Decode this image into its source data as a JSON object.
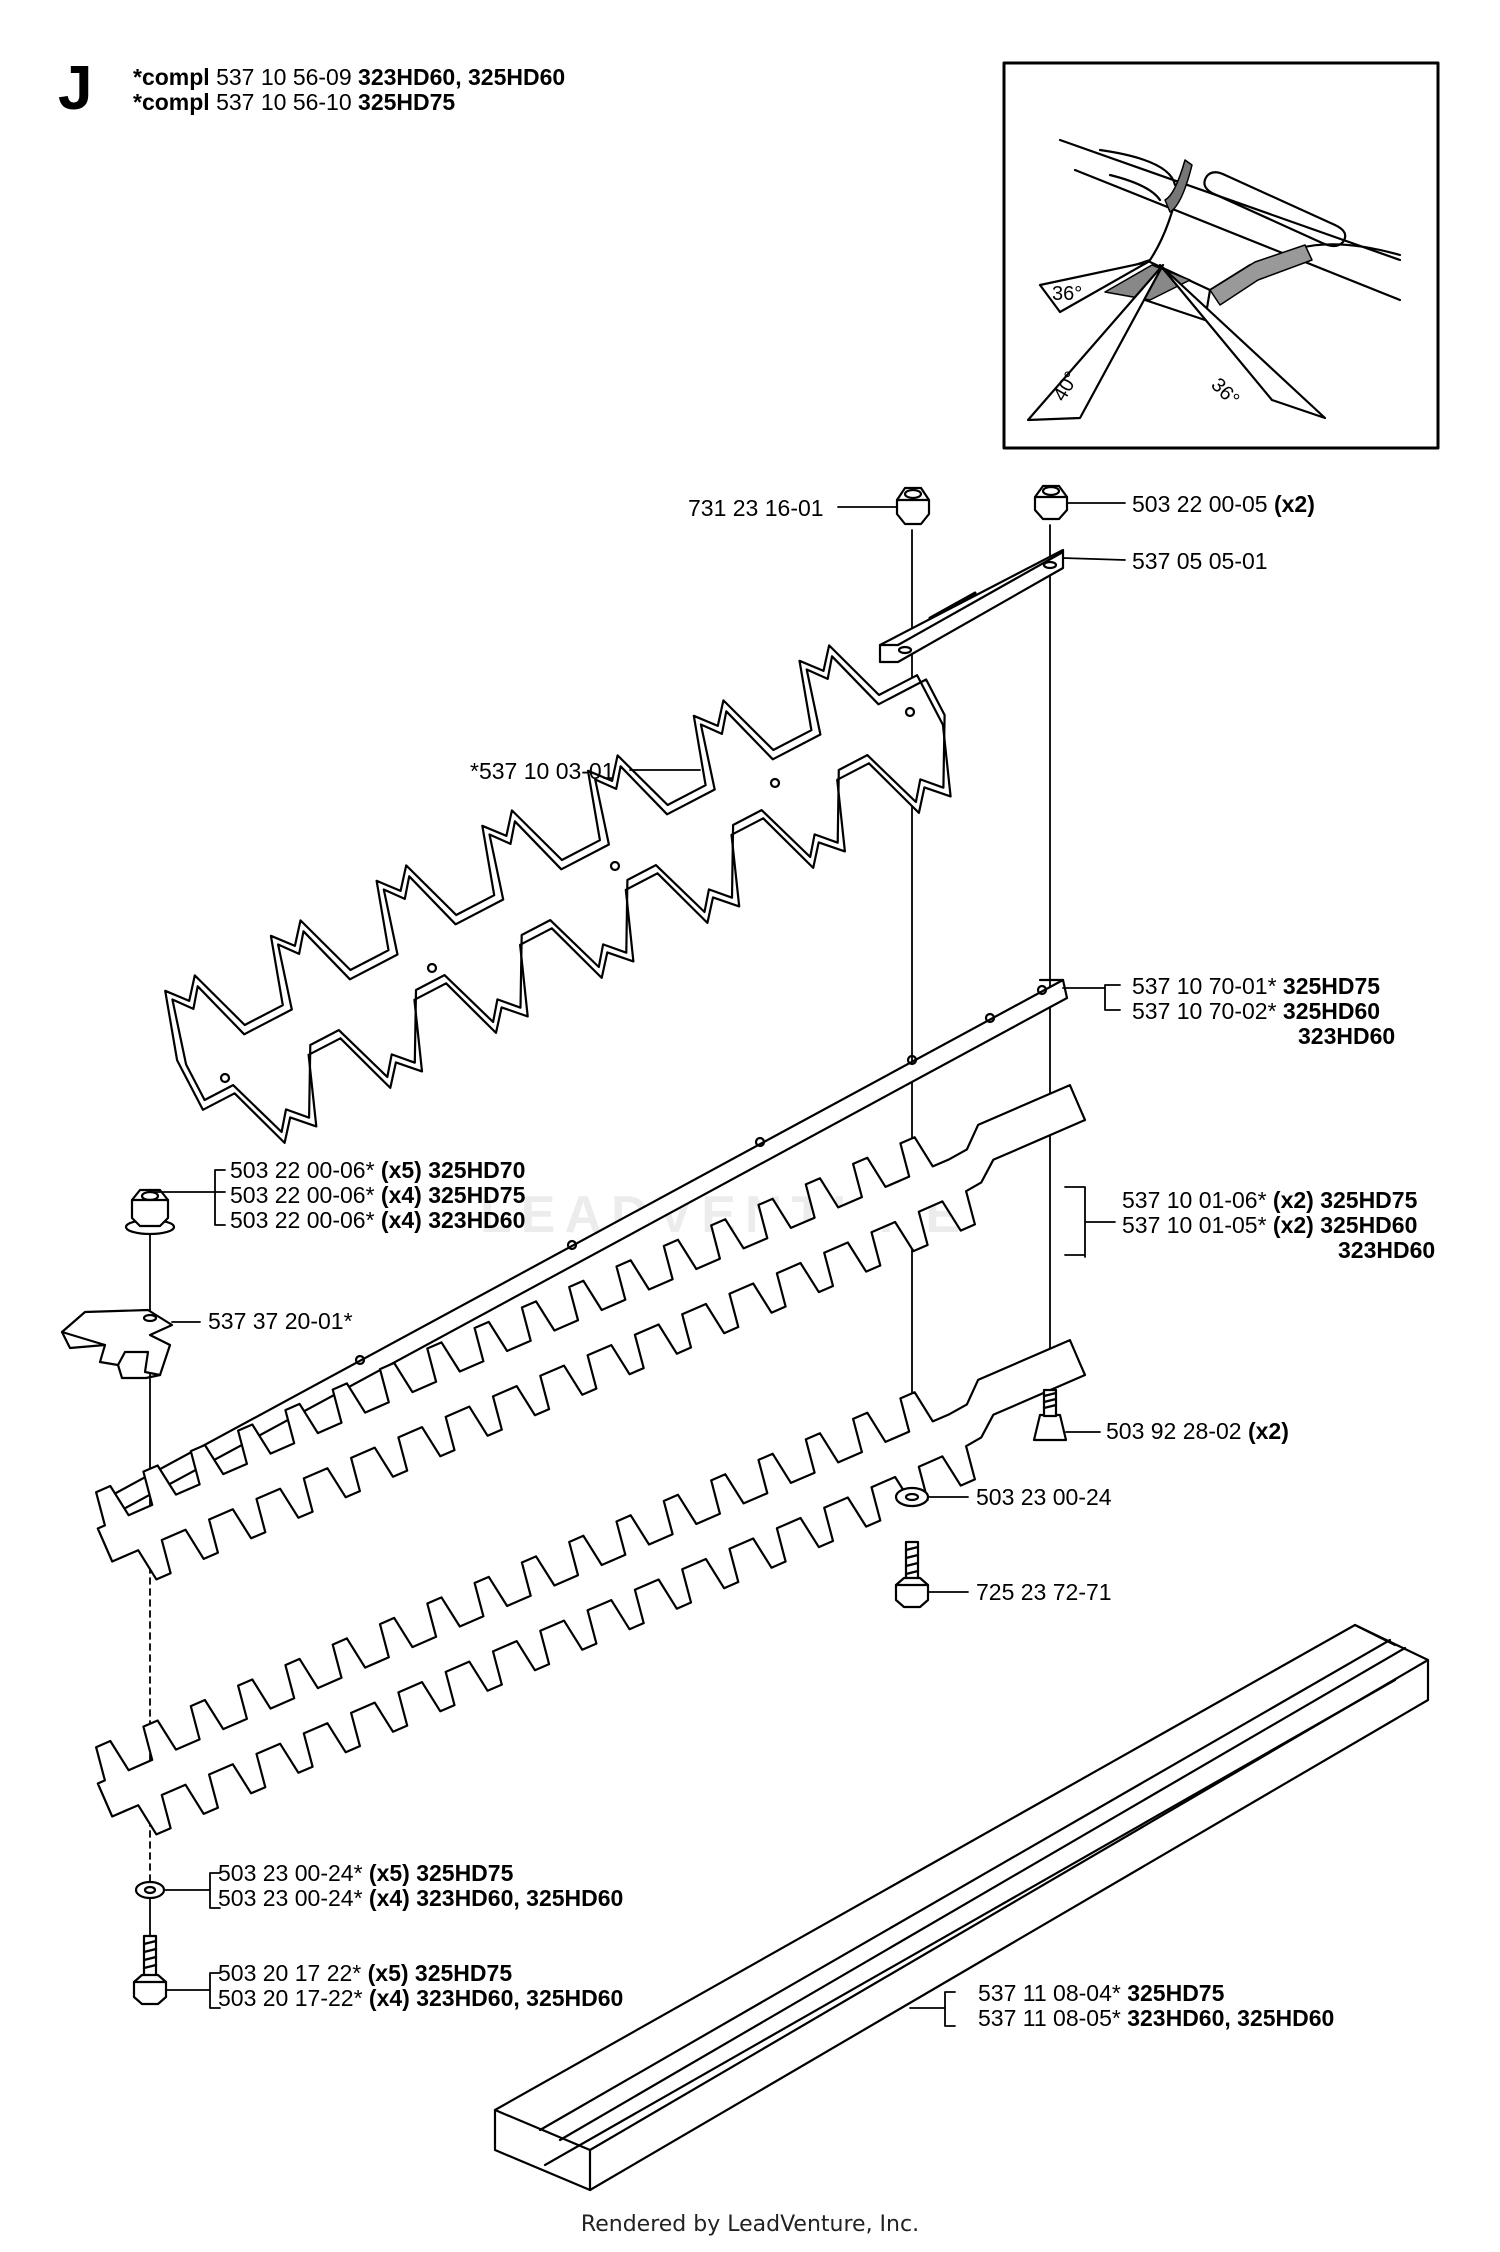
{
  "section": {
    "letter": "J",
    "assemblies": [
      {
        "prefix": "*compl",
        "part": "537 10 56-09",
        "models": "323HD60, 325HD60"
      },
      {
        "prefix": "*compl",
        "part": "537 10 56-10",
        "models": "325HD75"
      }
    ]
  },
  "inset": {
    "angles": [
      "36°",
      "40°",
      "36°"
    ]
  },
  "callouts": [
    {
      "id": "nut-top-left",
      "lines": [
        {
          "part": "731 23 16-01",
          "extra": ""
        }
      ]
    },
    {
      "id": "nut-top-right",
      "lines": [
        {
          "part": "503 22 00-05",
          "extra": "(x2)"
        }
      ]
    },
    {
      "id": "plate-top",
      "lines": [
        {
          "part": "537 05 05-01",
          "extra": ""
        }
      ]
    },
    {
      "id": "blade-guard",
      "lines": [
        {
          "part": "*537 10 03-01",
          "extra": ""
        }
      ]
    },
    {
      "id": "bar-plate",
      "lines": [
        {
          "part": "537 10 70-01*",
          "extra": "325HD75"
        },
        {
          "part": "537 10 70-02*",
          "extra": "325HD60"
        },
        {
          "part": "",
          "extra": "323HD60"
        }
      ]
    },
    {
      "id": "flange-nuts",
      "lines": [
        {
          "part": "503 22 00-06*",
          "extra": "(x5) 325HD70"
        },
        {
          "part": "503 22 00-06*",
          "extra": "(x4) 325HD75"
        },
        {
          "part": "503 22 00-06*",
          "extra": "(x4) 323HD60"
        }
      ]
    },
    {
      "id": "blades",
      "lines": [
        {
          "part": "537 10 01-06*",
          "extra": "(x2) 325HD75"
        },
        {
          "part": "537 10 01-05*",
          "extra": "(x2) 325HD60"
        },
        {
          "part": "",
          "extra": "323HD60"
        }
      ]
    },
    {
      "id": "guide",
      "lines": [
        {
          "part": "537 37 20-01*",
          "extra": ""
        }
      ]
    },
    {
      "id": "screw-right",
      "lines": [
        {
          "part": "503 92 28-02",
          "extra": "(x2)"
        }
      ]
    },
    {
      "id": "washer-center",
      "lines": [
        {
          "part": "503 23 00-24",
          "extra": ""
        }
      ]
    },
    {
      "id": "bolt-center",
      "lines": [
        {
          "part": "725 23 72-71",
          "extra": ""
        }
      ]
    },
    {
      "id": "washers-left",
      "lines": [
        {
          "part": "503 23 00-24*",
          "extra": "(x5) 325HD75"
        },
        {
          "part": "503 23 00-24*",
          "extra": "(x4) 323HD60, 325HD60"
        }
      ]
    },
    {
      "id": "bolts-left",
      "lines": [
        {
          "part": "503 20 17 22*",
          "extra": "(x5) 325HD75"
        },
        {
          "part": "503 20 17-22*",
          "extra": "(x4) 323HD60, 325HD60"
        }
      ]
    },
    {
      "id": "transport-guard",
      "lines": [
        {
          "part": "537 11 08-04*",
          "extra": "325HD75"
        },
        {
          "part": "537 11 08-05*",
          "extra": "323HD60, 325HD60"
        }
      ]
    }
  ],
  "footer": "Rendered by LeadVenture, Inc.",
  "watermark": "LEADVENTURE"
}
